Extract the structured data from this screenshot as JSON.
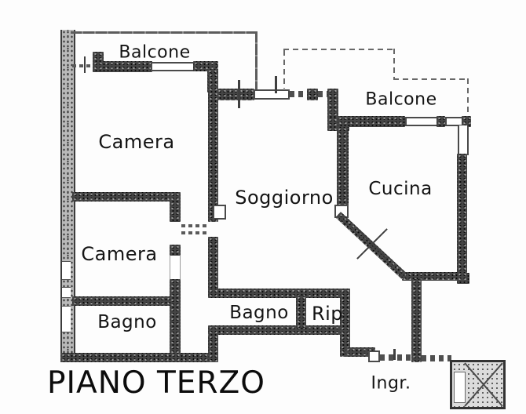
{
  "title": "PIANO TERZO",
  "labels": {
    "balcone_left": "Balcone",
    "balcone_right": "Balcone",
    "camera_top": "Camera",
    "camera_bottom": "Camera",
    "bagno_left": "Bagno",
    "bagno_center": "Bagno",
    "rip": "Rip",
    "soggiorno": "Soggiorno",
    "cucina": "Cucina",
    "ingresso": "Ingr."
  },
  "colors": {
    "wall": "#454545",
    "wall_light": "#b9b9b9",
    "background": "#fdfdfd",
    "text": "#141414"
  },
  "plan_elements": {
    "balconies": 2,
    "rooms": [
      "Camera",
      "Camera",
      "Bagno",
      "Bagno",
      "Rip",
      "Soggiorno",
      "Cucina"
    ],
    "entrance": "Ingr.",
    "elevator": "cross-hatched shaft"
  }
}
